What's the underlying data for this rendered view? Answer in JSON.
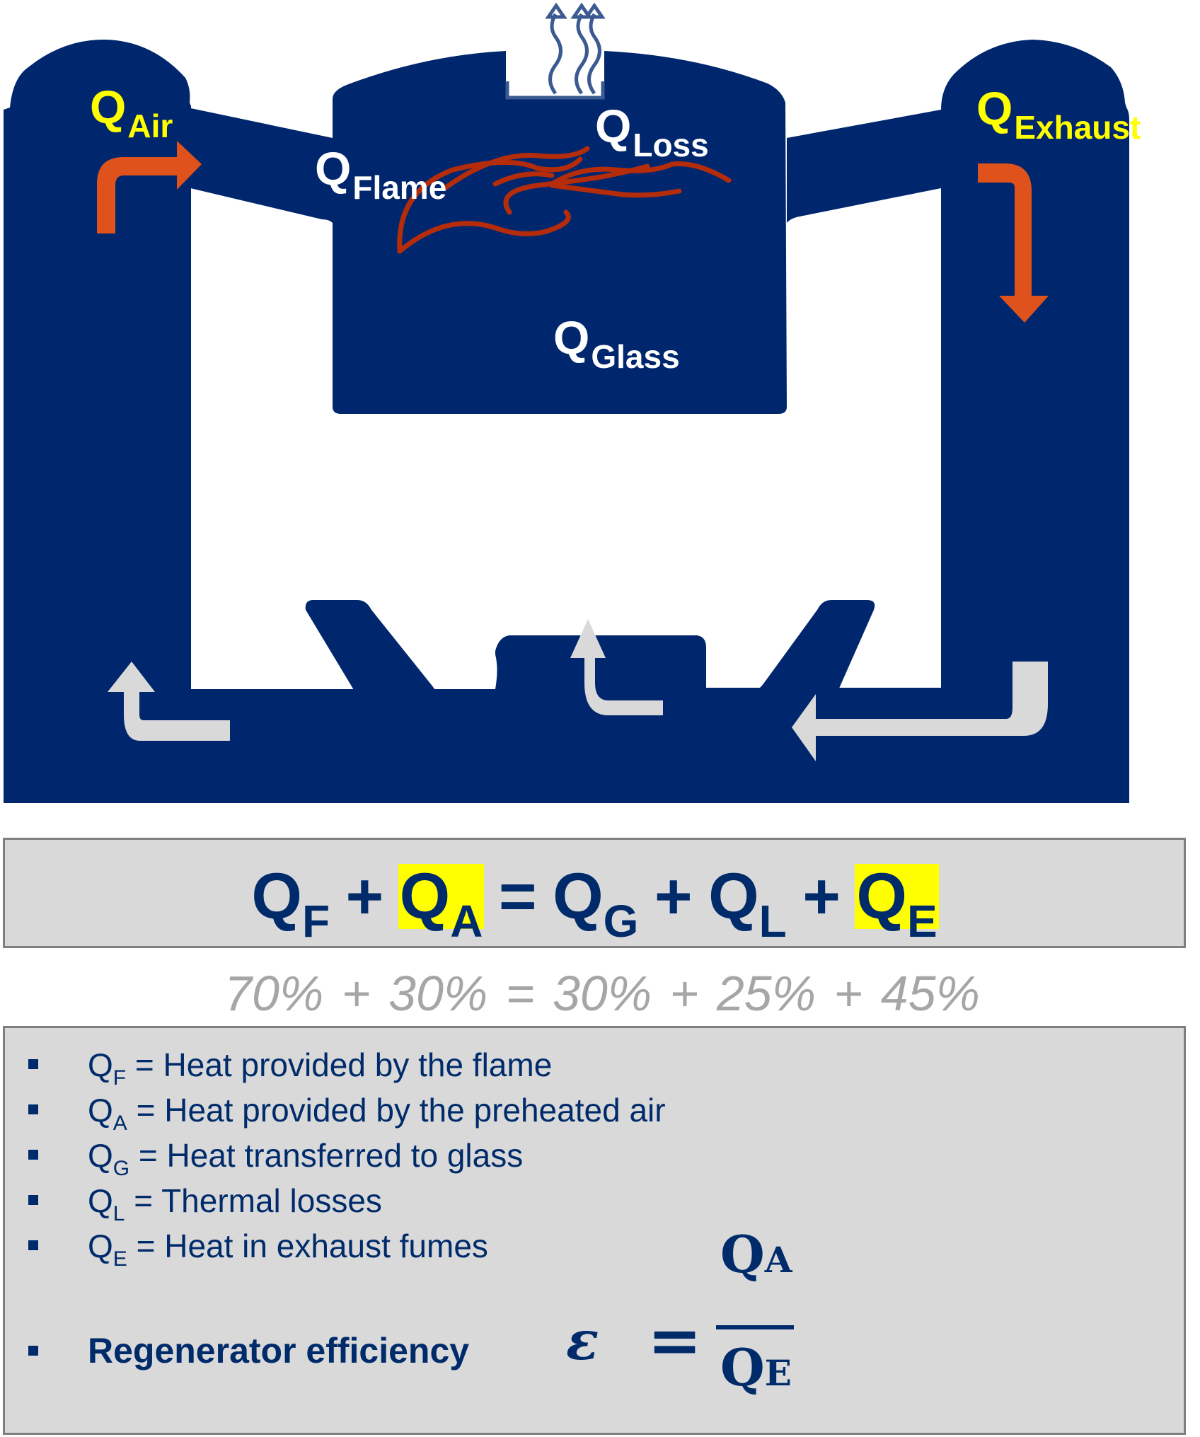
{
  "colors": {
    "furnace_navy": "#00276d",
    "hot_arrow": "#e0521b",
    "flame": "#b52c0a",
    "return_arrow": "#d9d9d9",
    "label_yellow": "#ffff00",
    "label_white": "#ffffff",
    "box_gray": "#d9d9d9",
    "box_border": "#7f7f7f",
    "text_navy": "#002b6b",
    "pct_gray": "#a6a6a6"
  },
  "diagram": {
    "labels": {
      "air": {
        "q": "Q",
        "sub": "Air"
      },
      "flame": {
        "q": "Q",
        "sub": "Flame"
      },
      "loss": {
        "q": "Q",
        "sub": "Loss"
      },
      "exhaust": {
        "q": "Q",
        "sub": "Exhaust"
      },
      "glass": {
        "q": "Q",
        "sub": "Glass"
      }
    },
    "icons": [
      "heat-rising-icon",
      "flame-icon",
      "air-in-arrow-icon",
      "exhaust-down-arrow-icon",
      "return-arrow-left-icon",
      "return-arrow-center-icon",
      "return-arrow-right-icon"
    ]
  },
  "energy_balance": {
    "terms": [
      {
        "q": "Q",
        "sub": "F",
        "highlight": false
      },
      {
        "q": "Q",
        "sub": "A",
        "highlight": true
      },
      {
        "q": "Q",
        "sub": "G",
        "highlight": false
      },
      {
        "q": "Q",
        "sub": "L",
        "highlight": false
      },
      {
        "q": "Q",
        "sub": "E",
        "highlight": true
      }
    ],
    "operators": [
      "+",
      "=",
      "+",
      "+"
    ],
    "percentages": [
      "70%",
      "+",
      "30%",
      "=",
      "30%",
      "+",
      "25%",
      "+",
      "45%"
    ]
  },
  "definitions": [
    {
      "q": "Q",
      "sub": "F",
      "text": "= Heat provided by the flame"
    },
    {
      "q": "Q",
      "sub": "A",
      "text": "= Heat provided by the preheated air"
    },
    {
      "q": "Q",
      "sub": "G",
      "text": "= Heat transferred to glass"
    },
    {
      "q": "Q",
      "sub": "L",
      "text": "= Thermal losses"
    },
    {
      "q": "Q",
      "sub": "E",
      "text": "= Heat in exhaust fumes"
    }
  ],
  "efficiency": {
    "label": "Regenerator efficiency",
    "symbol": "ε",
    "equals": "=",
    "numerator": {
      "q": "Q",
      "sub": "A"
    },
    "denominator": {
      "q": "Q",
      "sub": "E"
    }
  }
}
